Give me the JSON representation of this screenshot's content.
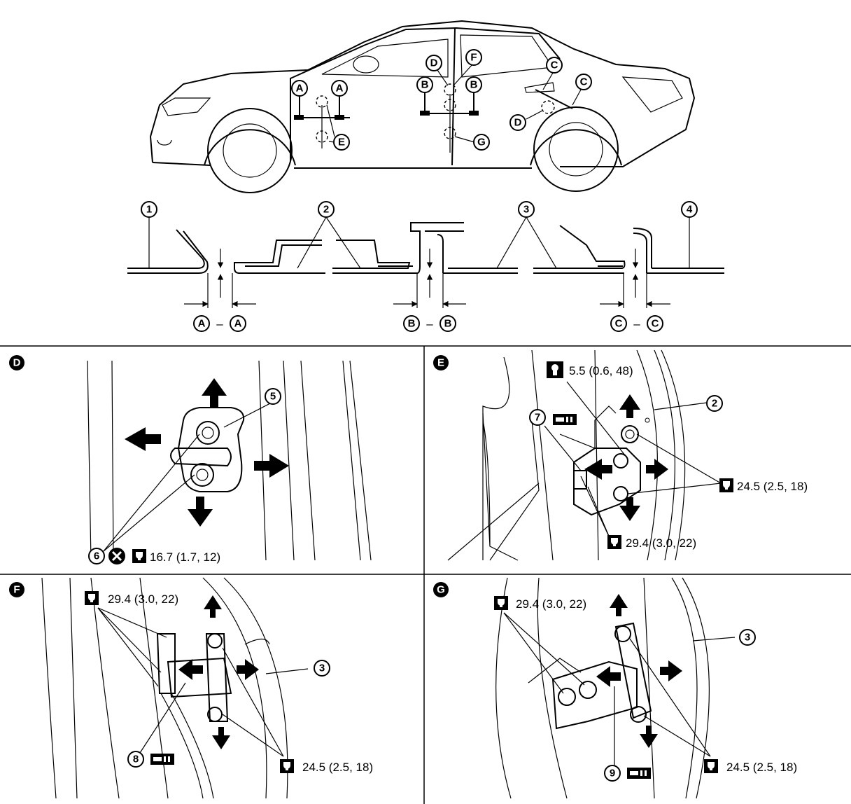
{
  "section_labels": {
    "a": "A",
    "b": "B",
    "c": "C",
    "d": "D",
    "e": "E",
    "f": "F",
    "g": "G"
  },
  "section_views": {
    "aa": {
      "left": "A",
      "dash": "–",
      "right": "A"
    },
    "bb": {
      "left": "B",
      "dash": "–",
      "right": "B"
    },
    "cc": {
      "left": "C",
      "dash": "–",
      "right": "C"
    }
  },
  "callouts": {
    "c1": "1",
    "c2": "2",
    "c3": "3",
    "c4": "4",
    "c5": "5",
    "c6": "6",
    "c7": "7",
    "c8": "8",
    "c9": "9"
  },
  "torques": {
    "d_striker": "16.7 (1.7, 12)",
    "e_check_link": "5.5 (0.6, 48)",
    "e_body_hinge": "24.5 (2.5, 18)",
    "e_door_hinge": "29.4 (3.0, 22)",
    "f_door_hinge": "29.4 (3.0, 22)",
    "f_body_hinge": "24.5 (2.5, 18)",
    "g_door_hinge": "29.4 (3.0, 22)",
    "g_body_hinge": "24.5 (2.5, 18)"
  },
  "icons": {
    "torque": "torque-wrench-icon",
    "replace": "do-not-reuse-icon",
    "check_link": "check-link-torque-icon",
    "grease": "grease-tool-icon"
  }
}
